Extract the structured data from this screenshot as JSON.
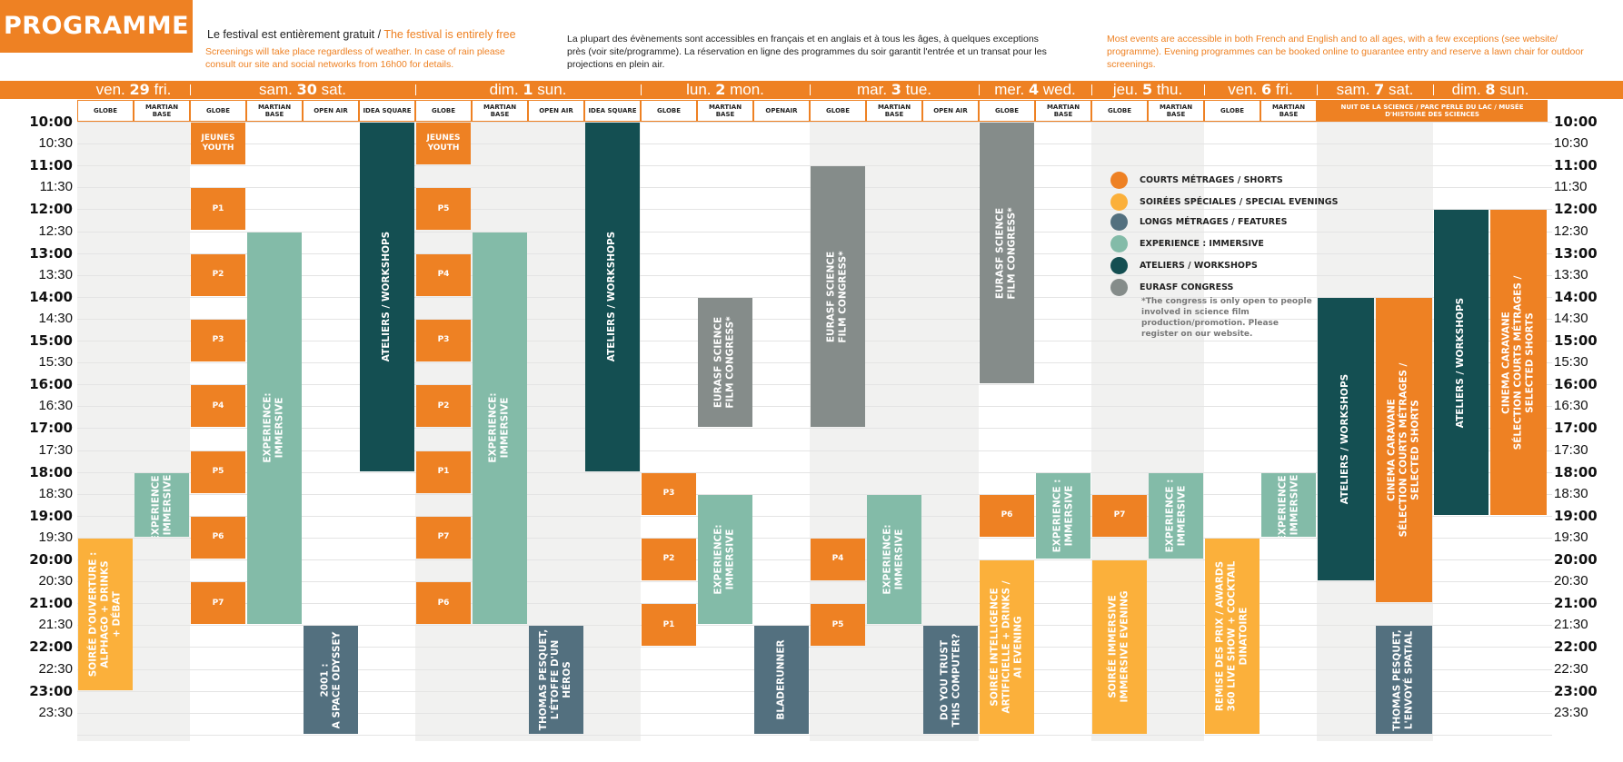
{
  "header": {
    "title": "PROGRAMME",
    "free_fr": "Le festival est entièrement gratuit / ",
    "free_en": "The festival is entirely free",
    "rain_note": "Screenings will take place regardless of weather. In case of rain please consult our site and social networks from 16h00 for details.",
    "access_fr": "La plupart des évènements sont accessibles en français et en anglais et à tous les âges, à quelques exceptions près (voir site/programme). La réservation en ligne des programmes du soir garantit l'entrée et un transat pour les projections en plein air.",
    "access_en": "Most events are accessible in both French and English and to all ages, with a few exceptions (see website/ programme). Evening programmes can be booked online to guarantee entry and reserve a lawn chair for outdoor screenings."
  },
  "days": [
    {
      "pre": "ven.",
      "num": "29",
      "post": "fri."
    },
    {
      "pre": "sam.",
      "num": "30",
      "post": "sat."
    },
    {
      "pre": "dim.",
      "num": "1",
      "post": "sun."
    },
    {
      "pre": "lun.",
      "num": "2",
      "post": "mon."
    },
    {
      "pre": "mar.",
      "num": "3",
      "post": "tue."
    },
    {
      "pre": "mer.",
      "num": "4",
      "post": "wed."
    },
    {
      "pre": "jeu.",
      "num": "5",
      "post": "thu."
    },
    {
      "pre": "ven.",
      "num": "6",
      "post": "fri."
    },
    {
      "pre": "sam.",
      "num": "7",
      "post": "sat."
    },
    {
      "pre": "dim.",
      "num": "8",
      "post": "sun."
    }
  ],
  "venues": [
    "GLOBE",
    "MARTIAN BASE",
    "GLOBE",
    "MARTIAN BASE",
    "OPEN AIR",
    "IDEA SQUARE",
    "GLOBE",
    "MARTIAN BASE",
    "OPEN AIR",
    "IDEA SQUARE",
    "GLOBE",
    "MARTIAN BASE",
    "OPENAIR",
    "GLOBE",
    "MARTIAN BASE",
    "OPEN AIR",
    "GLOBE",
    "MARTIAN BASE",
    "GLOBE",
    "MARTIAN BASE",
    "GLOBE",
    "MARTIAN BASE",
    "NUIT DE LA SCIENCE / PARC PERLE DU LAC / MUSÉE D'HISTOIRE DES SCIENCES"
  ],
  "times": [
    "10:00",
    "10:30",
    "11:00",
    "11:30",
    "12:00",
    "12:30",
    "13:00",
    "13:30",
    "14:00",
    "14:30",
    "15:00",
    "15:30",
    "16:00",
    "16:30",
    "17:00",
    "17:30",
    "18:00",
    "18:30",
    "19:00",
    "19:30",
    "20:00",
    "20:30",
    "21:00",
    "21:30",
    "22:00",
    "22:30",
    "23:00",
    "23:30"
  ],
  "legend": {
    "items": [
      {
        "label": "COURTS MÉTRAGES / SHORTS",
        "color": "#ee8123"
      },
      {
        "label": "SOIRÉES SPÉCIALES / SPECIAL EVENINGS",
        "color": "#fbb03b"
      },
      {
        "label": "LONGS MÉTRAGES / FEATURES",
        "color": "#53707f"
      },
      {
        "label": "EXPERIENCE : IMMERSIVE",
        "color": "#83bba8"
      },
      {
        "label": "ATELIERS / WORKSHOPS",
        "color": "#144f52"
      },
      {
        "label": "EURASF CONGRESS",
        "color": "#858c8a"
      }
    ],
    "note": "*The congress is only open to people involved in science film production/promotion. Please register on our website."
  },
  "events": [
    {
      "col": 0,
      "start": "19:30",
      "end": "23:00",
      "type": "special",
      "text": "SOIRÉE D'OUVERTURE :\nALPHAGO + DRINKS\n+ DÉBAT",
      "vertical": true
    },
    {
      "col": 1,
      "start": "18:00",
      "end": "19:30",
      "type": "immersive",
      "text": "EXPERIENCE :\nIMMERSIVE",
      "vertical": true
    },
    {
      "col": 2,
      "start": "10:00",
      "end": "11:00",
      "type": "short",
      "text": "JEUNES\nYOUTH",
      "vertical": false
    },
    {
      "col": 2,
      "start": "11:30",
      "end": "12:30",
      "type": "short",
      "text": "P1",
      "vertical": false
    },
    {
      "col": 2,
      "start": "13:00",
      "end": "14:00",
      "type": "short",
      "text": "P2",
      "vertical": false
    },
    {
      "col": 2,
      "start": "14:30",
      "end": "15:30",
      "type": "short",
      "text": "P3",
      "vertical": false
    },
    {
      "col": 2,
      "start": "16:00",
      "end": "17:00",
      "type": "short",
      "text": "P4",
      "vertical": false
    },
    {
      "col": 2,
      "start": "17:30",
      "end": "18:30",
      "type": "short",
      "text": "P5",
      "vertical": false
    },
    {
      "col": 2,
      "start": "19:00",
      "end": "20:00",
      "type": "short",
      "text": "P6",
      "vertical": false
    },
    {
      "col": 2,
      "start": "20:30",
      "end": "21:30",
      "type": "short",
      "text": "P7",
      "vertical": false
    },
    {
      "col": 3,
      "start": "12:30",
      "end": "21:30",
      "type": "immersive",
      "text": "EXPERIENCE:\nIMMERSIVE",
      "vertical": true
    },
    {
      "col": 4,
      "start": "21:30",
      "end": "24:00",
      "type": "feature",
      "text": "2001 :\nA SPACE ODYSSEY",
      "vertical": true
    },
    {
      "col": 5,
      "start": "10:00",
      "end": "18:00",
      "type": "workshop",
      "text": "ATELIERS / WORKSHOPS",
      "vertical": true
    },
    {
      "col": 6,
      "start": "10:00",
      "end": "11:00",
      "type": "short",
      "text": "JEUNES\nYOUTH",
      "vertical": false
    },
    {
      "col": 6,
      "start": "11:30",
      "end": "12:30",
      "type": "short",
      "text": "P5",
      "vertical": false
    },
    {
      "col": 6,
      "start": "13:00",
      "end": "14:00",
      "type": "short",
      "text": "P4",
      "vertical": false
    },
    {
      "col": 6,
      "start": "14:30",
      "end": "15:30",
      "type": "short",
      "text": "P3",
      "vertical": false
    },
    {
      "col": 6,
      "start": "16:00",
      "end": "17:00",
      "type": "short",
      "text": "P2",
      "vertical": false
    },
    {
      "col": 6,
      "start": "17:30",
      "end": "18:30",
      "type": "short",
      "text": "P1",
      "vertical": false
    },
    {
      "col": 6,
      "start": "19:00",
      "end": "20:00",
      "type": "short",
      "text": "P7",
      "vertical": false
    },
    {
      "col": 6,
      "start": "20:30",
      "end": "21:30",
      "type": "short",
      "text": "P6",
      "vertical": false
    },
    {
      "col": 7,
      "start": "12:30",
      "end": "21:30",
      "type": "immersive",
      "text": "EXPERIENCE:\nIMMERSIVE",
      "vertical": true
    },
    {
      "col": 8,
      "start": "21:30",
      "end": "24:00",
      "type": "feature",
      "text": "THOMAS PESQUET,\nL'ÉTOFFE D'UN\nHÉROS",
      "vertical": true
    },
    {
      "col": 9,
      "start": "10:00",
      "end": "18:00",
      "type": "workshop",
      "text": "ATELIERS / WORKSHOPS",
      "vertical": true
    },
    {
      "col": 10,
      "start": "18:00",
      "end": "19:00",
      "type": "short",
      "text": "P3",
      "vertical": false
    },
    {
      "col": 10,
      "start": "19:30",
      "end": "20:30",
      "type": "short",
      "text": "P2",
      "vertical": false
    },
    {
      "col": 10,
      "start": "21:00",
      "end": "22:00",
      "type": "short",
      "text": "P1",
      "vertical": false
    },
    {
      "col": 11,
      "start": "14:00",
      "end": "17:00",
      "type": "congress",
      "text": "EURASF SCIENCE\nFILM CONGRESS*",
      "vertical": true
    },
    {
      "col": 11,
      "start": "18:30",
      "end": "21:30",
      "type": "immersive",
      "text": "EXPERIENCE:\nIMMERSIVE",
      "vertical": true
    },
    {
      "col": 12,
      "start": "21:30",
      "end": "24:00",
      "type": "feature",
      "text": "BLADERUNNER",
      "vertical": true
    },
    {
      "col": 13,
      "start": "11:00",
      "end": "17:00",
      "type": "congress",
      "text": "EURASF SCIENCE\nFILM CONGRESS*",
      "vertical": true
    },
    {
      "col": 13,
      "start": "19:30",
      "end": "20:30",
      "type": "short",
      "text": "P4",
      "vertical": false
    },
    {
      "col": 13,
      "start": "21:00",
      "end": "22:00",
      "type": "short",
      "text": "P5",
      "vertical": false
    },
    {
      "col": 14,
      "start": "18:30",
      "end": "21:30",
      "type": "immersive",
      "text": "EXPERIENCE:\nIMMERSIVE",
      "vertical": true
    },
    {
      "col": 15,
      "start": "21:30",
      "end": "24:00",
      "type": "feature",
      "text": "DO YOU TRUST\nTHIS COMPUTER?",
      "vertical": true
    },
    {
      "col": 16,
      "start": "10:00",
      "end": "16:00",
      "type": "congress",
      "text": "EURASF SCIENCE\nFILM CONGRESS*",
      "vertical": true
    },
    {
      "col": 16,
      "start": "18:30",
      "end": "19:30",
      "type": "short",
      "text": "P6",
      "vertical": false
    },
    {
      "col": 16,
      "start": "20:00",
      "end": "24:00",
      "type": "special",
      "text": "SOIRÉE INTELLIGENCE\nARTIFICIELLE + DRINKS /\nAI EVENING",
      "vertical": true
    },
    {
      "col": 17,
      "start": "18:00",
      "end": "20:00",
      "type": "immersive",
      "text": "EXPERIENCE :\nIMMERSIVE",
      "vertical": true
    },
    {
      "col": 18,
      "start": "18:30",
      "end": "19:30",
      "type": "short",
      "text": "P7",
      "vertical": false
    },
    {
      "col": 18,
      "start": "20:00",
      "end": "24:00",
      "type": "special",
      "text": "SOIRÉE IMMERSIVE\nIMMERSIVE EVENING",
      "vertical": true
    },
    {
      "col": 19,
      "start": "18:00",
      "end": "20:00",
      "type": "immersive",
      "text": "EXPERIENCE :\nIMMERSIVE",
      "vertical": true
    },
    {
      "col": 20,
      "start": "19:30",
      "end": "24:00",
      "type": "special",
      "text": "REMISE DES PRIX / AWARDS\n360 LIVE SHOW + COCKTAIL\nDINATOIRE",
      "vertical": true
    },
    {
      "col": 21,
      "start": "18:00",
      "end": "19:30",
      "type": "immersive",
      "text": "EXPERIENCE :\nIMMERSIVE",
      "vertical": true
    },
    {
      "col": 22,
      "start": "14:00",
      "end": "20:30",
      "type": "workshop",
      "text": "ATELIERS / WORKSHOPS",
      "vertical": true
    },
    {
      "col": 23,
      "start": "14:00",
      "end": "21:00",
      "type": "short",
      "text": "CINEMA CARAVANE\nSÉLECTION COURTS MÉTRAGES /\nSELECTED SHORTS",
      "vertical": true
    },
    {
      "col": 23,
      "start": "21:30",
      "end": "24:00",
      "type": "feature",
      "text": "THOMAS PESQUET,\nL'ENVOYÉ SPATIAL",
      "vertical": true
    },
    {
      "col": 24,
      "start": "12:00",
      "end": "19:00",
      "type": "workshop",
      "text": "ATELIERS / WORKSHOPS",
      "vertical": true
    },
    {
      "col": 25,
      "start": "12:00",
      "end": "19:00",
      "type": "short",
      "text": "CINEMA CARAVANE\nSÉLECTION COURTS MÉTRAGES /\nSELECTED SHORTS",
      "vertical": true
    }
  ]
}
